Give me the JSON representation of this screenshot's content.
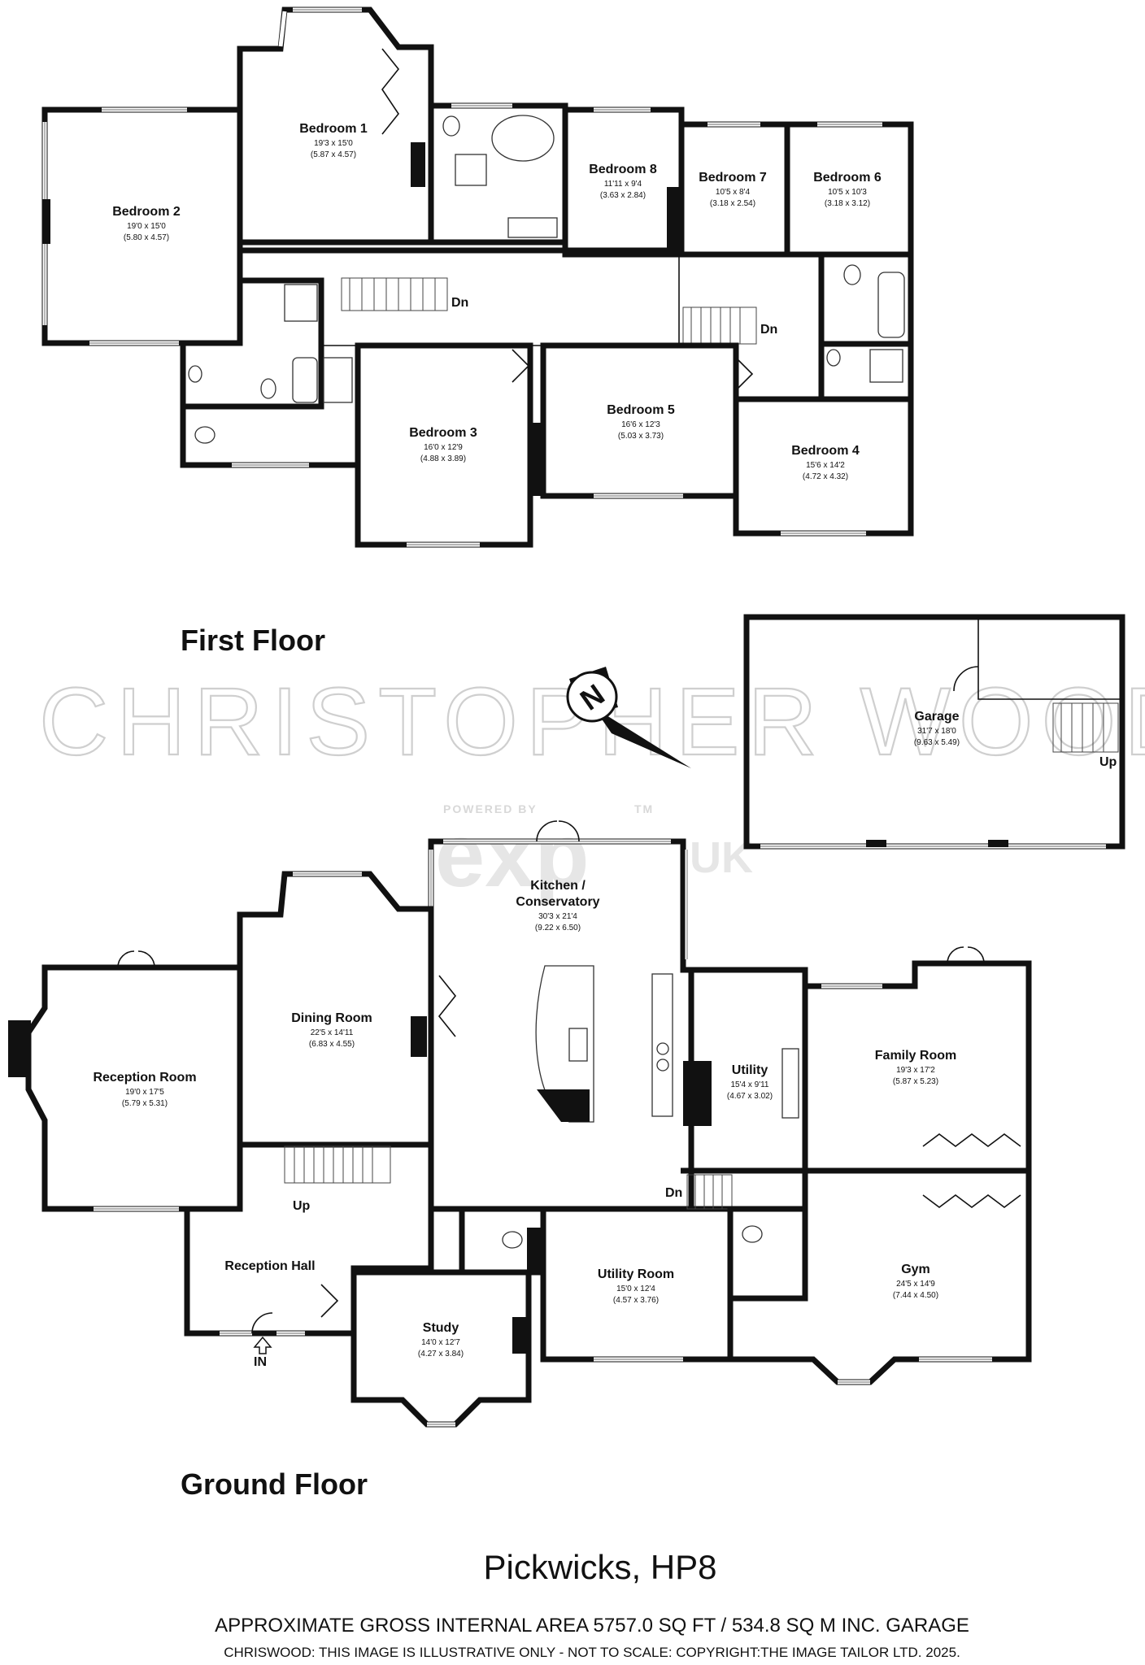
{
  "watermark": {
    "brand": "CHRISTOPHER WOOD",
    "powered_by": "POWERED BY",
    "logo": "exp",
    "logo_suffix": "UK",
    "trademark": "TM"
  },
  "compass": {
    "label": "N",
    "icon": "north-arrow-icon"
  },
  "first_floor": {
    "title": "First Floor",
    "rooms": [
      {
        "id": "bedroom-1",
        "name": "Bedroom 1",
        "dim_imperial": "19'3 x 15'0",
        "dim_metric": "(5.87 x 4.57)"
      },
      {
        "id": "bedroom-2",
        "name": "Bedroom 2",
        "dim_imperial": "19'0 x 15'0",
        "dim_metric": "(5.80 x 4.57)"
      },
      {
        "id": "bedroom-8",
        "name": "Bedroom 8",
        "dim_imperial": "11'11 x 9'4",
        "dim_metric": "(3.63 x 2.84)"
      },
      {
        "id": "bedroom-7",
        "name": "Bedroom 7",
        "dim_imperial": "10'5 x 8'4",
        "dim_metric": "(3.18 x 2.54)"
      },
      {
        "id": "bedroom-6",
        "name": "Bedroom 6",
        "dim_imperial": "10'5 x 10'3",
        "dim_metric": "(3.18 x 3.12)"
      },
      {
        "id": "bedroom-3",
        "name": "Bedroom 3",
        "dim_imperial": "16'0 x 12'9",
        "dim_metric": "(4.88 x 3.89)"
      },
      {
        "id": "bedroom-5",
        "name": "Bedroom 5",
        "dim_imperial": "16'6 x 12'3",
        "dim_metric": "(5.03 x 3.73)"
      },
      {
        "id": "bedroom-4",
        "name": "Bedroom 4",
        "dim_imperial": "15'6 x 14'2",
        "dim_metric": "(4.72 x 4.32)"
      }
    ],
    "stair_labels": [
      "Dn",
      "Dn"
    ]
  },
  "garage": {
    "name": "Garage",
    "dim_imperial": "31'7 x 18'0",
    "dim_metric": "(9.63 x 5.49)",
    "stair_label": "Up"
  },
  "ground_floor": {
    "title": "Ground Floor",
    "rooms": [
      {
        "id": "kitchen",
        "name_line1": "Kitchen /",
        "name_line2": "Conservatory",
        "dim_imperial": "30'3 x 21'4",
        "dim_metric": "(9.22 x 6.50)"
      },
      {
        "id": "dining-room",
        "name": "Dining Room",
        "dim_imperial": "22'5 x 14'11",
        "dim_metric": "(6.83 x 4.55)"
      },
      {
        "id": "reception-room",
        "name": "Reception Room",
        "dim_imperial": "19'0 x 17'5",
        "dim_metric": "(5.79 x 5.31)"
      },
      {
        "id": "utility",
        "name": "Utility",
        "dim_imperial": "15'4 x 9'11",
        "dim_metric": "(4.67 x 3.02)"
      },
      {
        "id": "family-room",
        "name": "Family Room",
        "dim_imperial": "19'3 x 17'2",
        "dim_metric": "(5.87 x 5.23)"
      },
      {
        "id": "reception-hall",
        "name": "Reception Hall"
      },
      {
        "id": "utility-room",
        "name": "Utility Room",
        "dim_imperial": "15'0 x 12'4",
        "dim_metric": "(4.57 x 3.76)"
      },
      {
        "id": "gym",
        "name": "Gym",
        "dim_imperial": "24'5 x 14'9",
        "dim_metric": "(7.44 x 4.50)"
      },
      {
        "id": "study",
        "name": "Study",
        "dim_imperial": "14'0 x 12'7",
        "dim_metric": "(4.27 x 3.84)"
      }
    ],
    "stair_up": "Up",
    "stair_dn": "Dn",
    "entrance": "IN"
  },
  "footer": {
    "address": "Pickwicks, HP8",
    "area": "APPROXIMATE GROSS INTERNAL AREA 5757.0 SQ FT / 534.8 SQ M INC. GARAGE",
    "disclaimer": "CHRISWOOD: THIS IMAGE IS ILLUSTRATIVE ONLY - NOT TO SCALE: COPYRIGHT:THE IMAGE TAILOR LTD. 2025."
  }
}
